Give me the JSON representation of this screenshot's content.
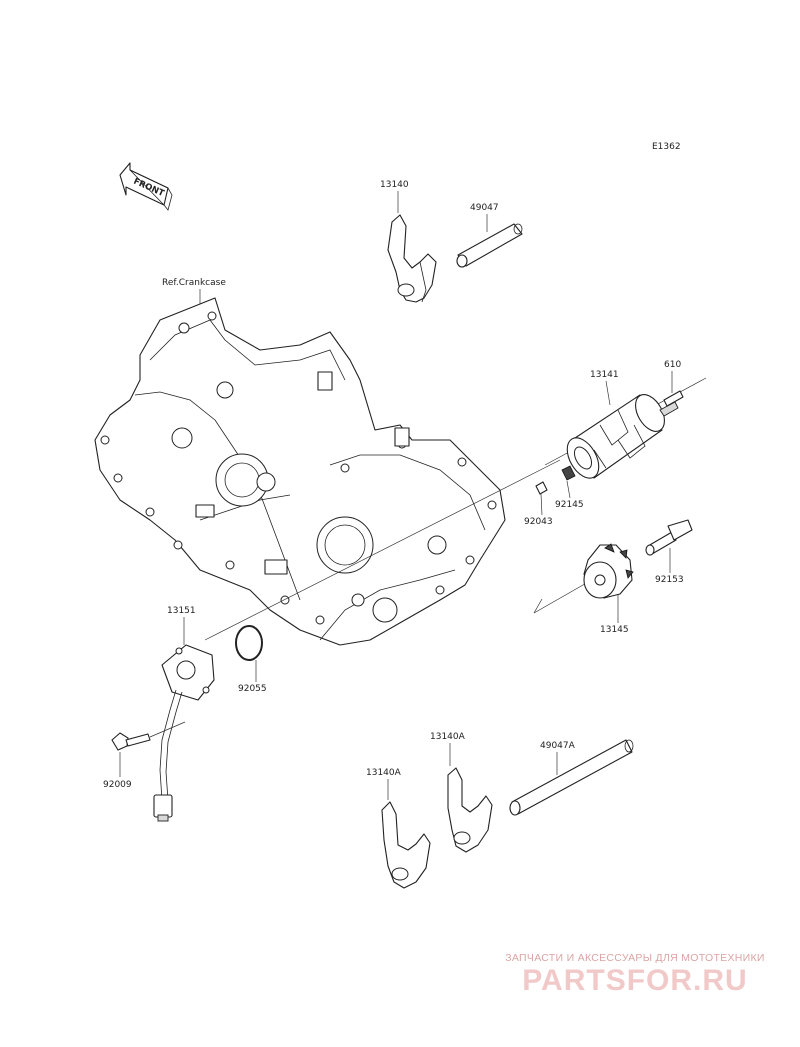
{
  "diagram_code": "E1362",
  "front_label": "FRONT",
  "reference_label": "Ref.Crankcase",
  "parts": [
    {
      "id": "13140",
      "label": "13140"
    },
    {
      "id": "49047",
      "label": "49047"
    },
    {
      "id": "13141",
      "label": "13141"
    },
    {
      "id": "610",
      "label": "610"
    },
    {
      "id": "92145",
      "label": "92145"
    },
    {
      "id": "92043",
      "label": "92043"
    },
    {
      "id": "92153",
      "label": "92153"
    },
    {
      "id": "13145",
      "label": "13145"
    },
    {
      "id": "13151",
      "label": "13151"
    },
    {
      "id": "92055",
      "label": "92055"
    },
    {
      "id": "92009",
      "label": "92009"
    },
    {
      "id": "13140A-2",
      "label": "13140A"
    },
    {
      "id": "13140A-1",
      "label": "13140A"
    },
    {
      "id": "49047A",
      "label": "49047A"
    }
  ],
  "watermark": {
    "tagline": "ЗАПЧАСТИ И АКСЕССУАРЫ ДЛЯ МОТОТЕХНИКИ",
    "brand": "PARTSFOR.RU"
  }
}
